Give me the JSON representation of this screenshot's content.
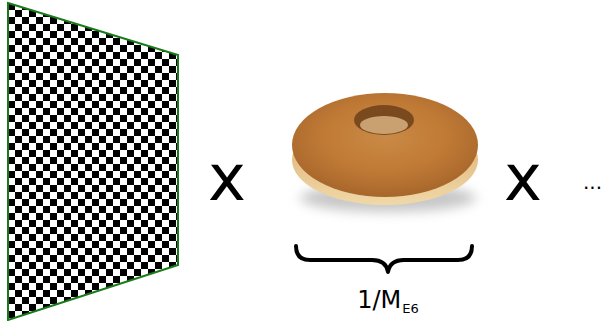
{
  "diagram": {
    "labels": [
      "x",
      "x",
      "...",
      "1/M",
      "E6"
    ]
  }
}
